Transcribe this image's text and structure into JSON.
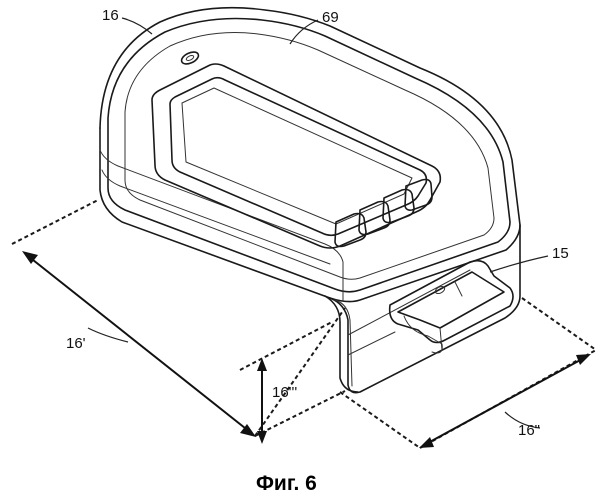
{
  "labels": {
    "ref_16": "16",
    "ref_69": "69",
    "ref_15": "15",
    "ref_16_prime": "16'",
    "ref_16_triple": "16'''",
    "ref_16_double": "16\""
  },
  "caption": "Фиг. 6"
}
